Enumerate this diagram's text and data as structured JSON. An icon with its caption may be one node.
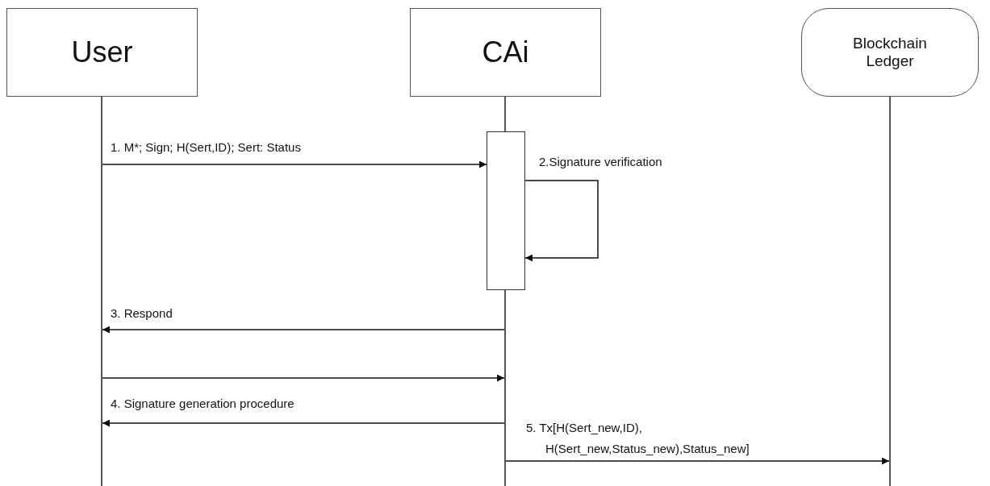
{
  "diagram": {
    "nodes": [
      {
        "text": [
          "User"
        ]
      },
      {
        "text": [
          "CAi"
        ]
      },
      {
        "text": [
          "Blockchain Ledger"
        ]
      },
      {
        "text": [],
        "shape": "line"
      },
      {
        "text": [],
        "shape": "line"
      },
      {
        "text": [],
        "shape": "line"
      },
      {
        "text": [],
        "shape": "bar"
      }
    ],
    "edges": [
      {
        "from": 3,
        "to": 6,
        "arrow": "to",
        "label": "1. M*; Sign; H(Sert,ID); Sert: Status"
      },
      {
        "from": 6,
        "to": 6,
        "arrow": "to",
        "label": "2.Signature verification"
      },
      {
        "from": 4,
        "to": 3,
        "arrow": "to",
        "label": "3. Respond"
      },
      {
        "from": 3,
        "to": 4,
        "arrow": "to"
      },
      {
        "from": 4,
        "to": 3,
        "arrow": "to",
        "label": "4. Signature generation procedure"
      },
      {
        "from": 4,
        "to": 5,
        "arrow": "to",
        "label": "5. Tx[H(Sert_new,ID), H(Sert_new,Status_new),Status_new]"
      }
    ]
  }
}
